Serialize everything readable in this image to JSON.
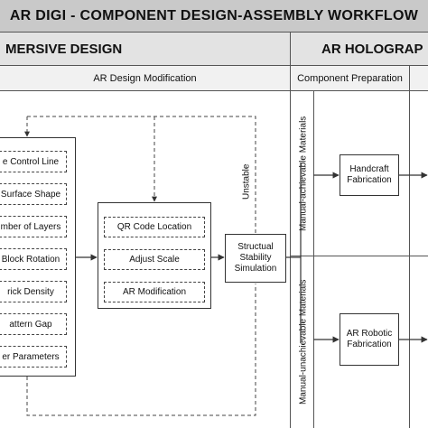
{
  "title": "AR DIGI - COMPONENT DESIGN-ASSEMBLY WORKFLOW",
  "sections": {
    "immersive_design": "MERSIVE DESIGN",
    "ar_holographic": "AR HOLOGRAP"
  },
  "subheaders": {
    "ar_design_modification": "AR Design Modification",
    "component_preparation": "Component Preparation"
  },
  "parameters": [
    "e Control Line",
    "Surface Shape",
    "mber of Layers",
    "Block Rotation",
    "rick Density",
    "attern Gap",
    "er Parameters"
  ],
  "ar_tools": [
    "QR Code Location",
    "Adjust Scale",
    "AR Modification"
  ],
  "simulation": "Structual Stability Simulation",
  "unstable_label": "Unstable",
  "materials": {
    "manual": "Manual-achievable Materials",
    "unachievable": "Manual-unachievable Materials"
  },
  "fabrication": {
    "handcraft": "Handcraft Fabrication",
    "robotic": "AR Robotic Fabrication"
  },
  "colors": {
    "header": "#c9c9c9",
    "section": "#e3e3e3",
    "line": "#555555"
  }
}
